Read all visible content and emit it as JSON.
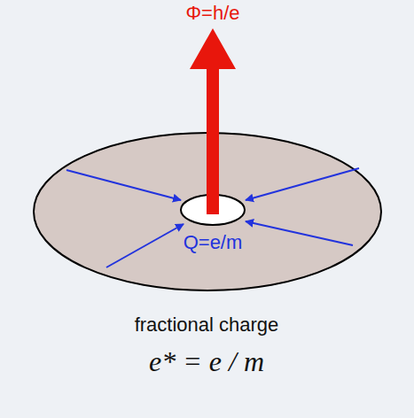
{
  "diagram": {
    "nodes": [
      {
        "text": [
          "Q=e/m"
        ]
      }
    ],
    "labels": [
      "Φ=h/e",
      "fractional charge",
      "e* = e / m"
    ]
  }
}
